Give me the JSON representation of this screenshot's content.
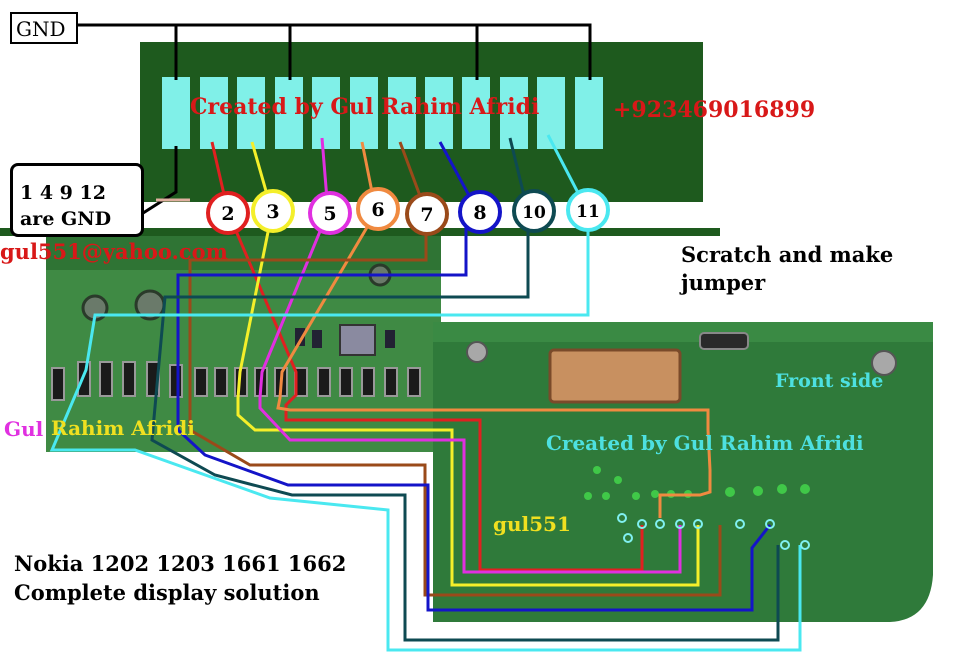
{
  "gnd_label": "GND",
  "gnd_note": {
    "line1": "1 4 9 12",
    "line2": "are GND"
  },
  "connector_credit": "Created by Gul Rahim Afridi",
  "phone_number": "+923469016899",
  "email": "gul551@yahoo.com",
  "instruction": {
    "line1": "Scratch and make",
    "line2": "jumper"
  },
  "front_side_label": "Front side",
  "front_credit": "Created by Gul Rahim Afridi",
  "board_credit": {
    "first": "Gul",
    "rest": "Rahim Afridi"
  },
  "short_handle": "gul551",
  "footer": {
    "line1": "Nokia 1202 1203 1661 1662",
    "line2": "Complete display solution"
  },
  "pins": [
    {
      "label": "2",
      "color": "#e02020"
    },
    {
      "label": "3",
      "color": "#f4ef2a"
    },
    {
      "label": "5",
      "color": "#e030e0"
    },
    {
      "label": "6",
      "color": "#f08a40"
    },
    {
      "label": "7",
      "color": "#9a4a1a"
    },
    {
      "label": "8",
      "color": "#1414c8"
    },
    {
      "label": "10",
      "color": "#0e4a52"
    },
    {
      "label": "11",
      "color": "#4ae8f0"
    }
  ],
  "colors": {
    "pcb_dark": "#1e5a1e",
    "pcb_photo": "#2f7a3a",
    "pad": "#80f0e8",
    "credit_red": "#d81818",
    "front_cyan": "#4de0e0",
    "board_yellow": "#f0e020"
  }
}
